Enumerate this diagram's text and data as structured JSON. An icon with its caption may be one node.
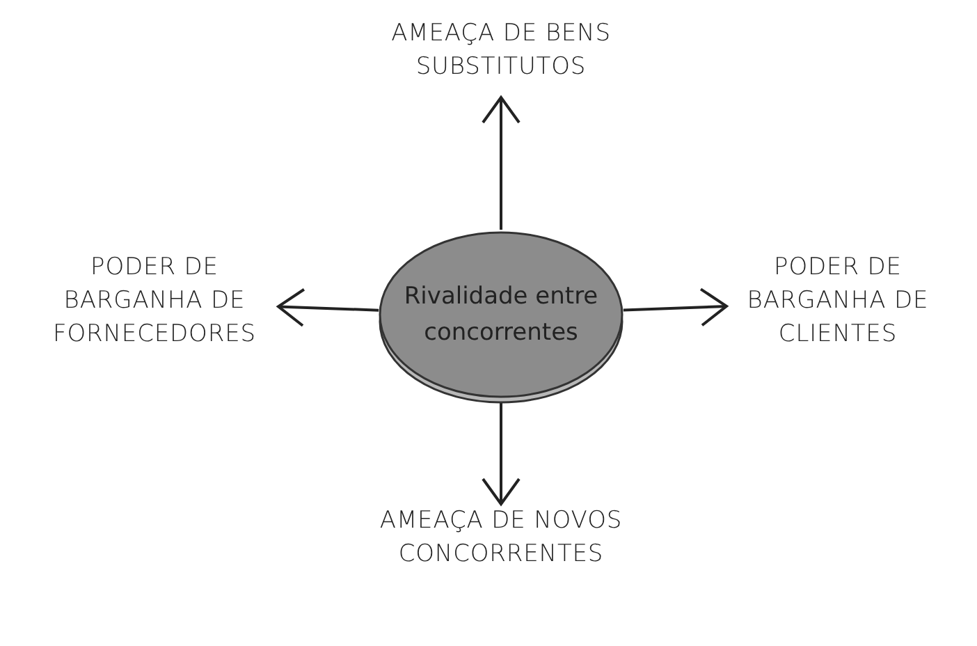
{
  "diagram": {
    "nodes": [
      {
        "text": [
          "Rivalidade entre concorrentes"
        ]
      },
      {
        "text": [
          "AMEAÇA DE BENS SUBSTITUTOS"
        ]
      },
      {
        "text": [
          "PODER DE BARGANHA DE FORNECEDORES"
        ]
      },
      {
        "text": [
          "PODER DE BARGANHA DE CLIENTES"
        ]
      },
      {
        "text": [
          "AMEAÇA DE NOVOS CONCORRENTES"
        ]
      }
    ],
    "edges": [
      {
        "from": 0,
        "to": 1,
        "arrow": "to"
      },
      {
        "from": 0,
        "to": 2,
        "arrow": "to"
      },
      {
        "from": 0,
        "to": 3,
        "arrow": "to"
      },
      {
        "from": 0,
        "to": 4,
        "arrow": "to"
      }
    ]
  }
}
